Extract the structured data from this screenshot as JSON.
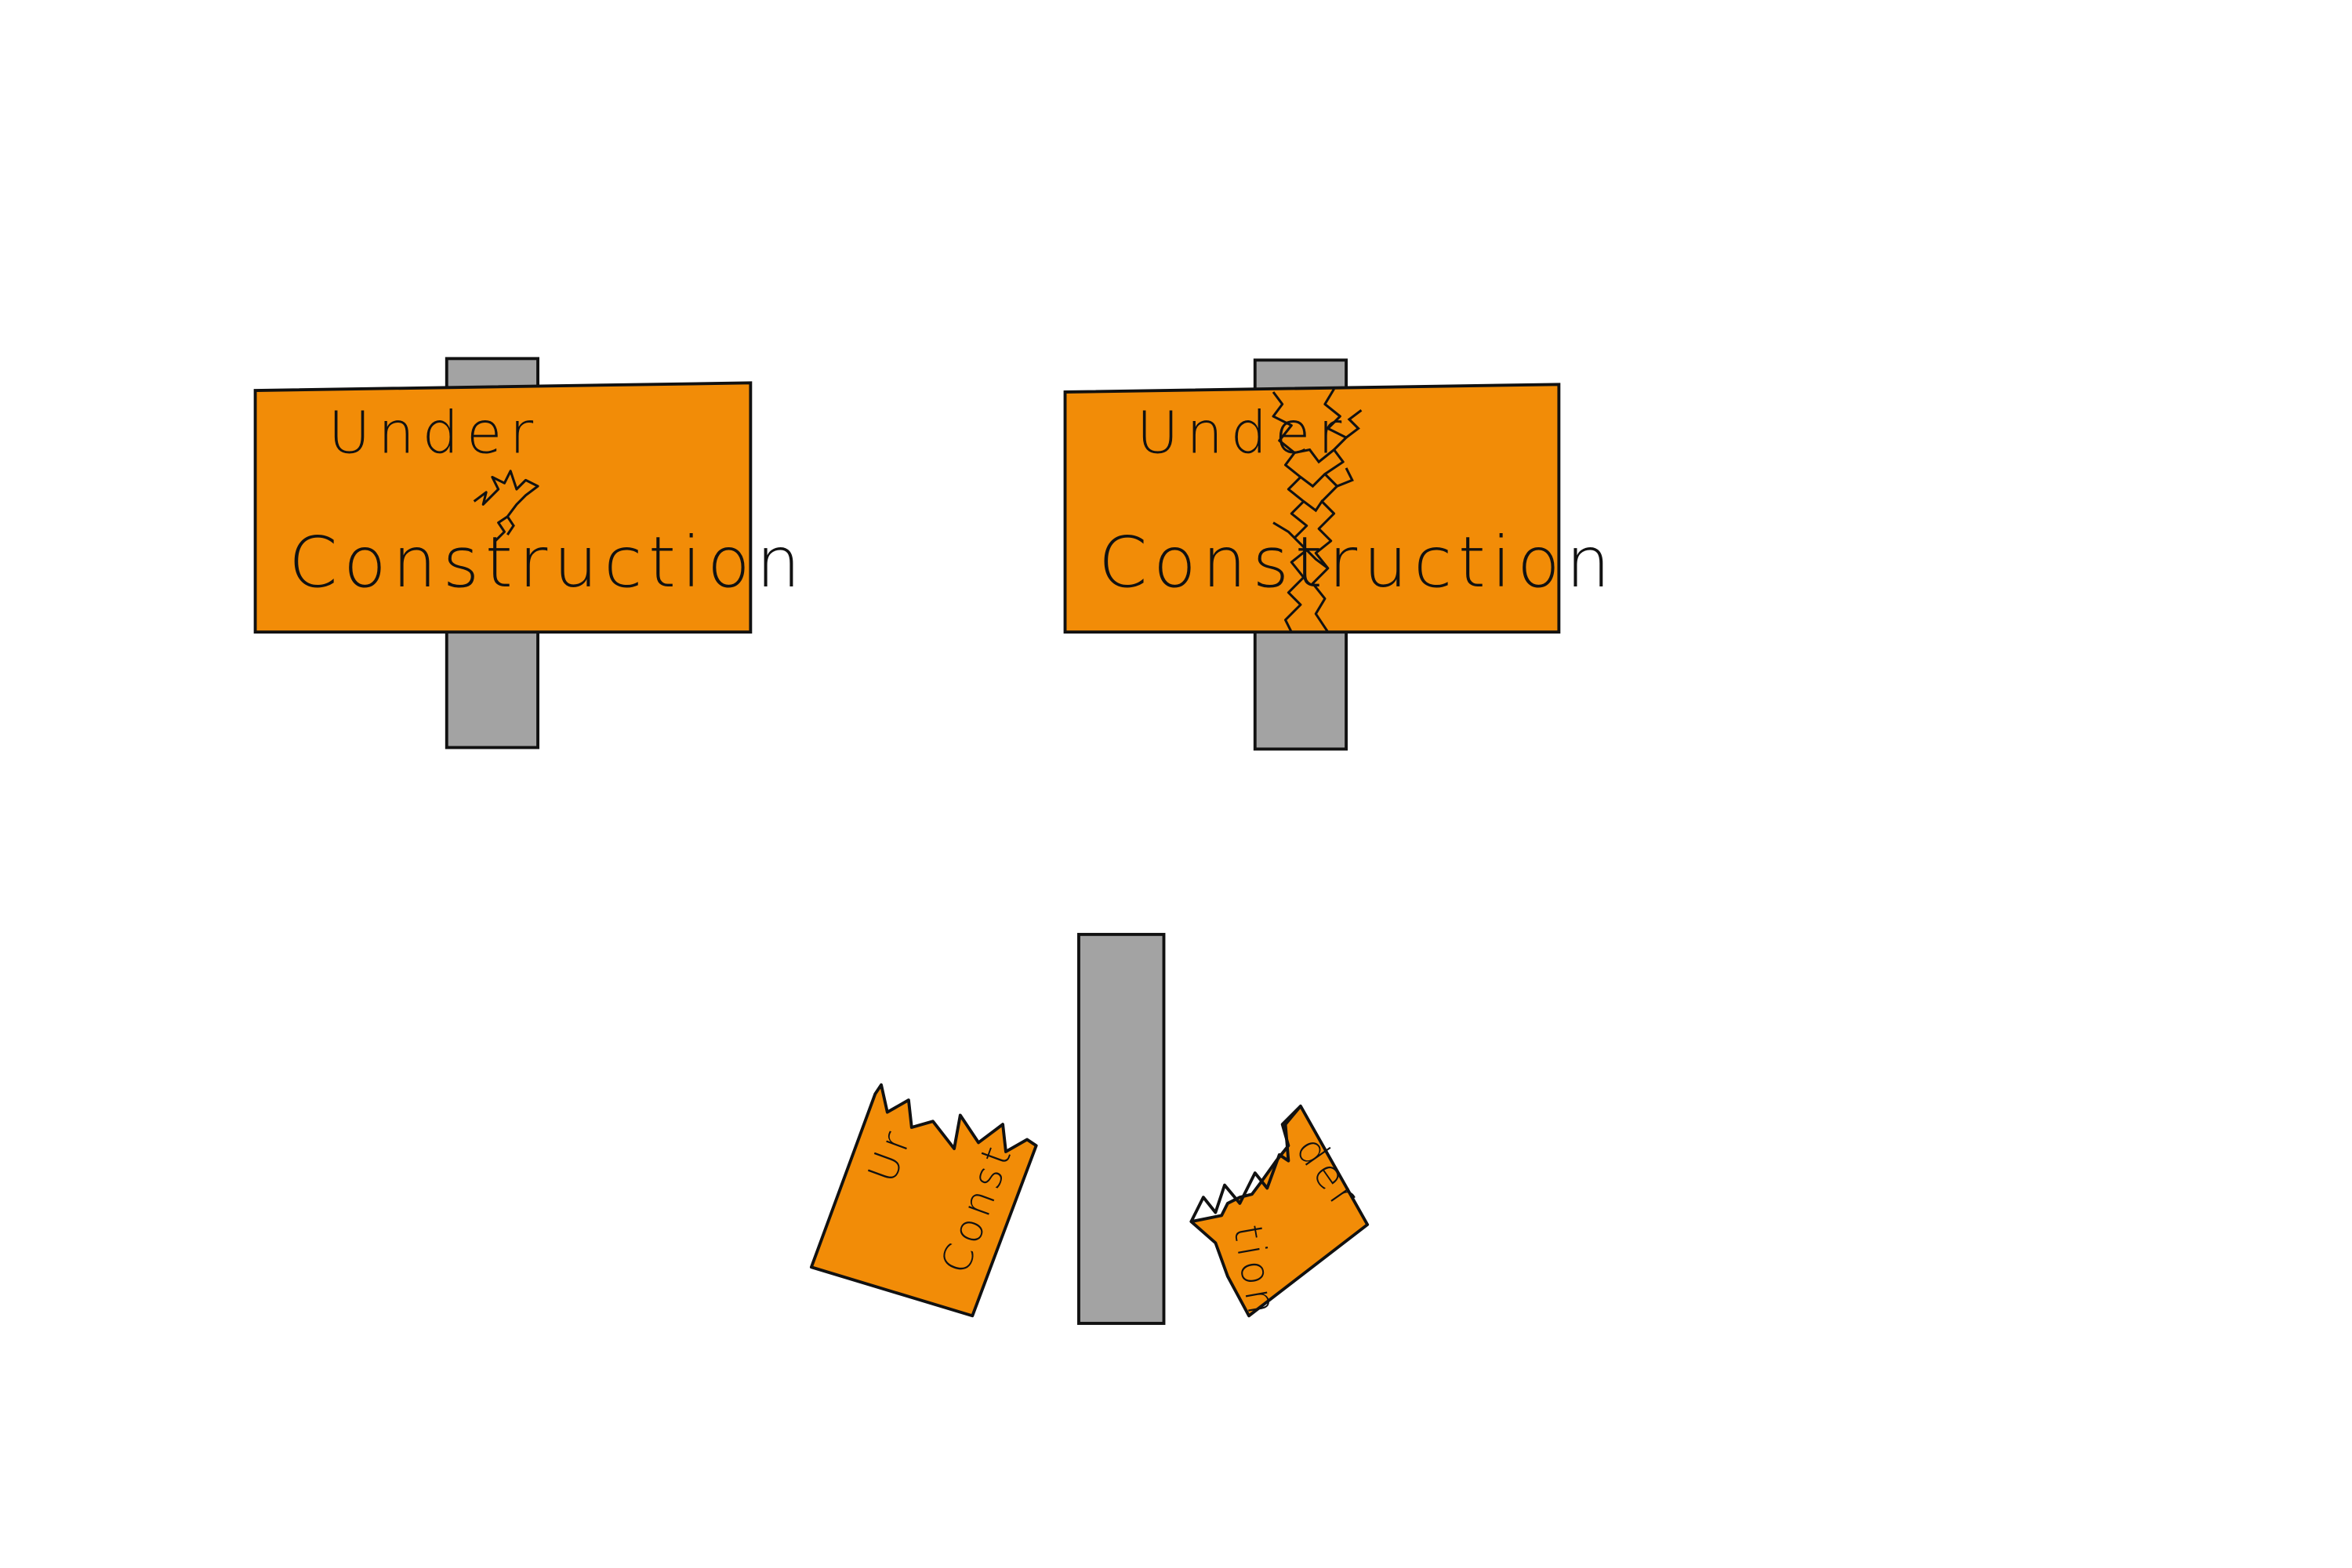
{
  "colors": {
    "background": "#ffffff",
    "sign_fill": "#f28c07",
    "post_fill": "#a3a3a3",
    "outline": "#111111"
  },
  "sign_intact": {
    "line1": "Under",
    "line2": "Construction"
  },
  "sign_cracked": {
    "line1": "Under",
    "line2": "Construction"
  },
  "sign_broken": {
    "left_piece_line1": "Ur",
    "left_piece_line2": "Const",
    "right_piece_line1": "der",
    "right_piece_line2": "tion"
  }
}
